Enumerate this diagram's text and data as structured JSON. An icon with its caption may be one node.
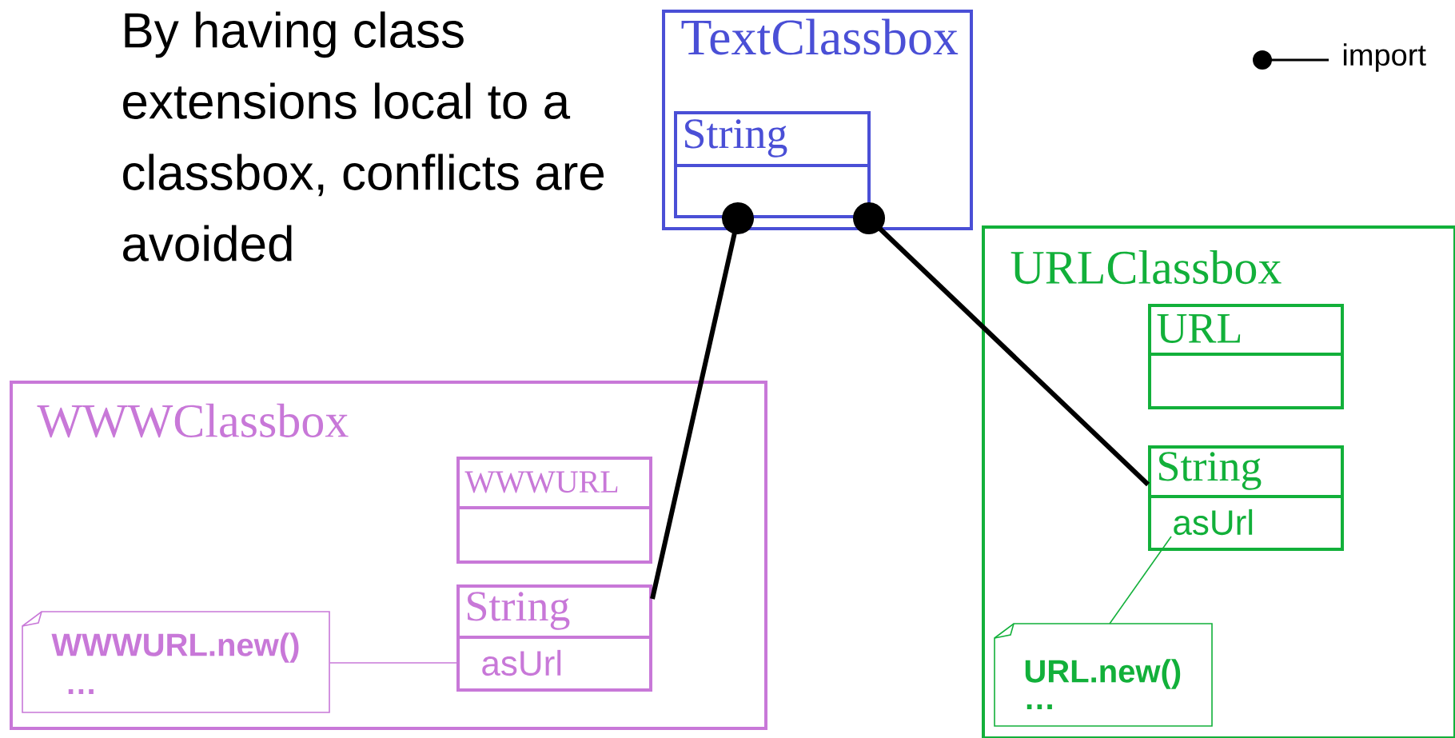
{
  "diagram": {
    "nodes": [
      {
        "text": [
          "TextClassbox"
        ]
      },
      {
        "text": [
          "String"
        ],
        "in": 0
      },
      {
        "text": [
          "URLClassbox"
        ]
      },
      {
        "text": [
          "URL"
        ],
        "in": 2
      },
      {
        "text": [
          "String",
          "asUrl"
        ],
        "in": 2
      },
      {
        "text": [
          "URL.new()",
          "…"
        ],
        "in": 2
      },
      {
        "text": [
          "WWWClassbox"
        ]
      },
      {
        "text": [
          "WWWURL"
        ],
        "in": 6
      },
      {
        "text": [
          "String",
          "asUrl"
        ],
        "in": 6
      },
      {
        "text": [
          "WWWURL.new()",
          "…"
        ],
        "in": 6
      }
    ],
    "edges": [
      {
        "from": 1,
        "to": 8,
        "arrow": "other",
        "style": "thick"
      },
      {
        "from": 1,
        "to": 4,
        "arrow": "other",
        "style": "thick"
      },
      {
        "from": 9,
        "to": 8,
        "arrow": "none",
        "color": "#c878d8"
      },
      {
        "from": 5,
        "to": 4,
        "arrow": "none",
        "color": "#12b03a"
      }
    ],
    "labels": [
      "By having class extensions local to a classbox, conflicts are avoided"
    ],
    "legend": [
      {
        "text": "import"
      }
    ]
  }
}
